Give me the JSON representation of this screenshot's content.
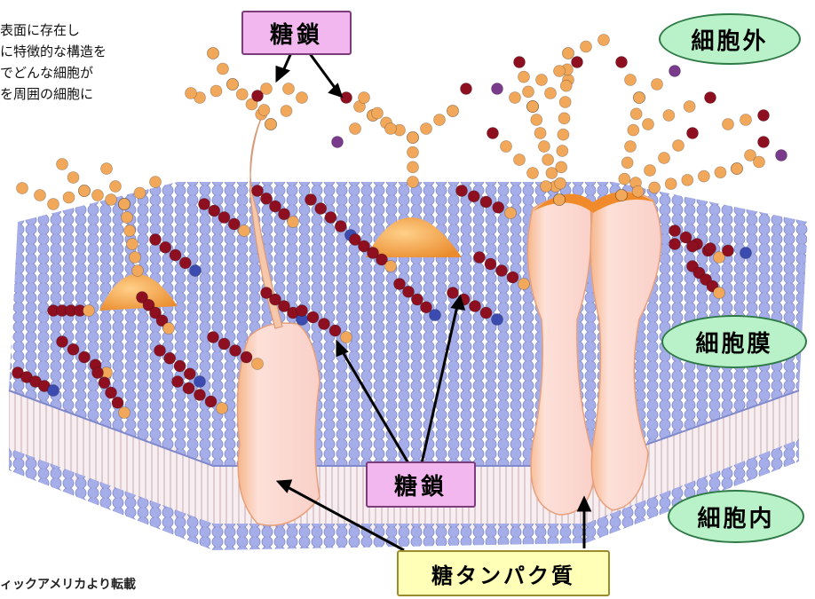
{
  "labels": {
    "sugar_chain_top": "糖鎖",
    "sugar_chain_bottom": "糖鎖",
    "glycoprotein": "糖タンパク質",
    "outside_cell": "細胞外",
    "cell_membrane": "細胞膜",
    "inside_cell": "細胞内"
  },
  "note_lines": [
    "表面に存在し",
    "に特徴的な構造を",
    "でどんな細胞が",
    "を周囲の細胞に"
  ],
  "credit": "ィックアメリカより転載",
  "colors": {
    "lipid_head": "#9fa8e6",
    "sugar_orange": "#f2a85a",
    "sugar_red": "#8e1020",
    "sugar_purple": "#7a3b8c",
    "protein": "#fbd9d3",
    "protein_cap": "#f29a3c"
  }
}
